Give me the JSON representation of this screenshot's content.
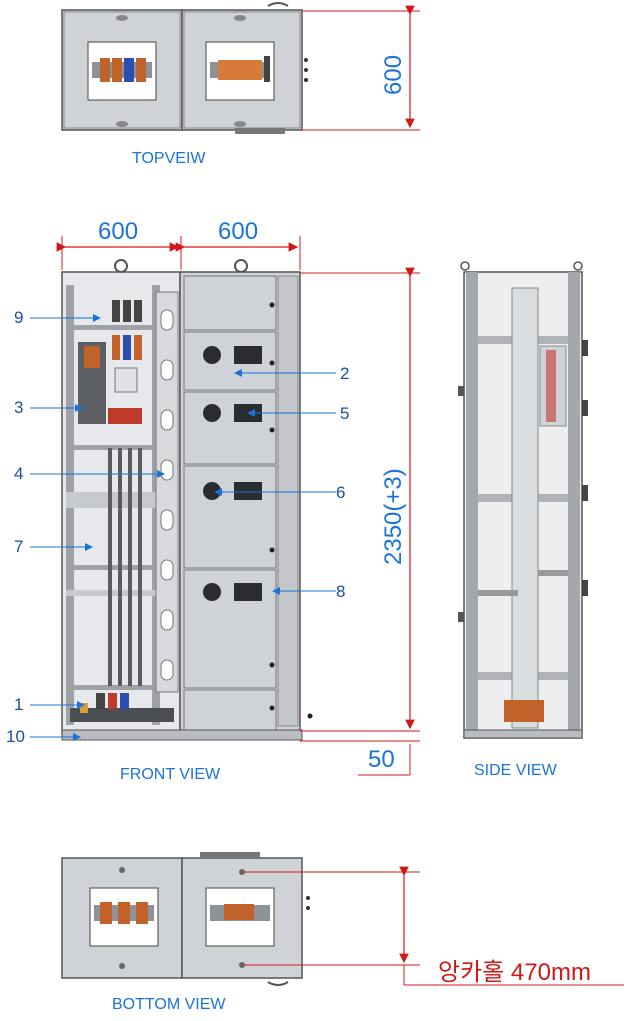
{
  "views": {
    "top": "TOPVEIW",
    "front": "FRONT VIEW",
    "side": "SIDE VIEW",
    "bottom": "BOTTOM VIEW"
  },
  "dimensions": {
    "top_depth": "600",
    "front_width_left": "600",
    "front_width_right": "600",
    "height": "2350(+3)",
    "base": "50",
    "anchor": "앙카홀 470mm"
  },
  "callouts": [
    "9",
    "3",
    "4",
    "7",
    "1",
    "10",
    "2",
    "5",
    "6",
    "8"
  ],
  "colors": {
    "callout_blue": "#1a73d9",
    "dimension_red": "#d01818",
    "panel_grey": "#c9ccd0",
    "frame_dark": "#6b6e72"
  }
}
